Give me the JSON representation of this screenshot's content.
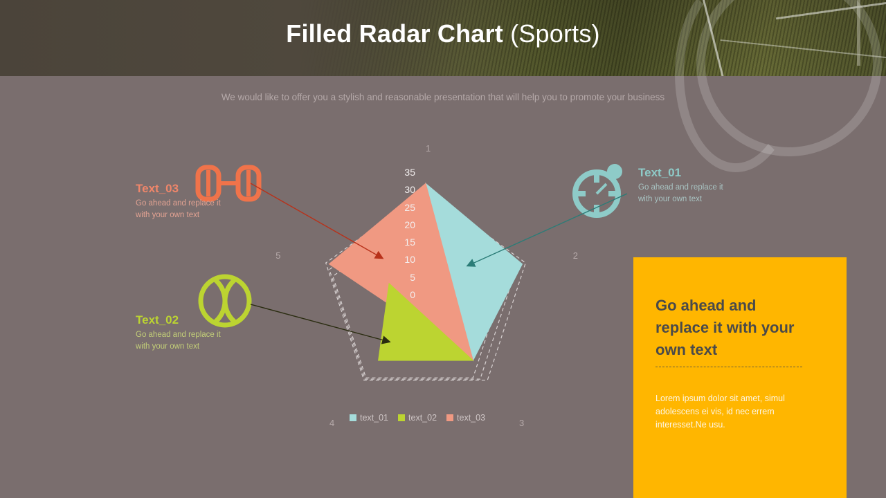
{
  "header": {
    "title_strong": "Filled Radar Chart ",
    "title_light": "(Sports)",
    "subtitle": "We would like to offer you a stylish and reasonable presentation that will help you to promote your business"
  },
  "colors": {
    "series_01": "#a5dcdb",
    "series_02": "#bcd431",
    "series_03": "#f09982",
    "panel": "#ffb600",
    "background": "#7a6e6e",
    "grid": "#d8d2d2"
  },
  "callouts": [
    {
      "id": "callout-01",
      "title": "Text_01",
      "body": "Go ahead and replace it with your own text",
      "icon": "stopwatch-icon",
      "color": "#8ecbc8"
    },
    {
      "id": "callout-02",
      "title": "Text_02",
      "body": "Go ahead and replace it with your own text",
      "icon": "tennis-ball-icon",
      "color": "#bcd431"
    },
    {
      "id": "callout-03",
      "title": "Text_03",
      "body": "Go ahead and replace it with your own text",
      "icon": "dumbbell-icon",
      "color": "#f0734a"
    }
  ],
  "panel": {
    "heading": "Go ahead and replace it with your own text",
    "paragraph": "Lorem ipsum dolor sit amet, simul adolescens ei vis, id nec errem interesset.Ne usu."
  },
  "chart_data": {
    "type": "radar",
    "title": "",
    "categories": [
      "1",
      "2",
      "3",
      "4",
      "5"
    ],
    "tick_labels": [
      "0",
      "5",
      "10",
      "15",
      "20",
      "25",
      "30",
      "35"
    ],
    "ylim": [
      0,
      35
    ],
    "grid": true,
    "grid_rings": [
      30,
      28,
      26
    ],
    "legend_position": "bottom",
    "series": [
      {
        "name": "text_01",
        "color": "#a5dcdb",
        "values": [
          32,
          29,
          23,
          0,
          0
        ]
      },
      {
        "name": "text_02",
        "color": "#bcd431",
        "values": [
          0,
          0,
          23,
          23,
          11
        ]
      },
      {
        "name": "text_03",
        "color": "#f09982",
        "values": [
          32,
          0,
          23,
          0,
          29
        ]
      }
    ]
  }
}
